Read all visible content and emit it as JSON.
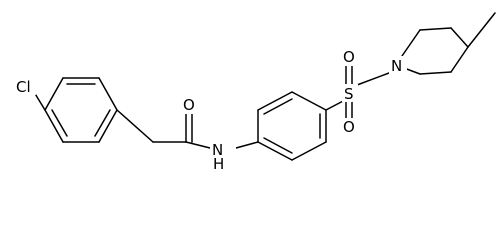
{
  "structure": {
    "atoms": {
      "cl": "Cl",
      "carbonyl_o": "O",
      "amide_n": "N",
      "amide_h": "H",
      "sulfur": "S",
      "sulfonyl_o_top": "O",
      "sulfonyl_o_bottom": "O",
      "piperidine_n": "N"
    }
  }
}
